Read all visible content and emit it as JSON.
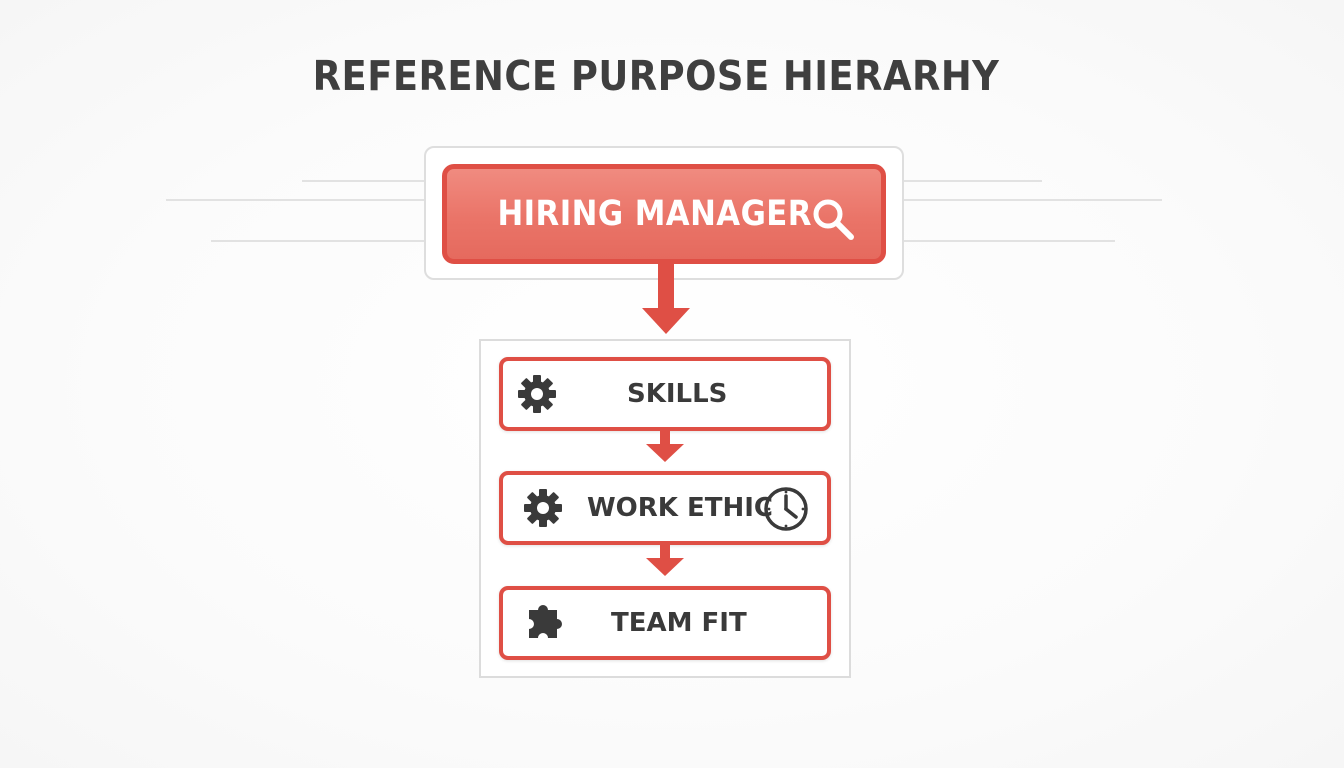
{
  "title": "REFERENCE PURPOSE HIERARHY",
  "top_node": {
    "label": "HIRING MANAGER",
    "icon": "magnifying-glass-icon"
  },
  "items": [
    {
      "label": "SKILLS",
      "icons": [
        "gear-icon"
      ]
    },
    {
      "label": "WORK ETHIC",
      "icons": [
        "gear-icon",
        "clock-icon"
      ]
    },
    {
      "label": "TEAM FIT",
      "icons": [
        "puzzle-piece-icon"
      ]
    }
  ],
  "colors": {
    "accent": "#df4f45",
    "accent_fill": "#ea7468",
    "text_dark": "#3f3f3f",
    "frame_gray": "#dcdcdc"
  }
}
